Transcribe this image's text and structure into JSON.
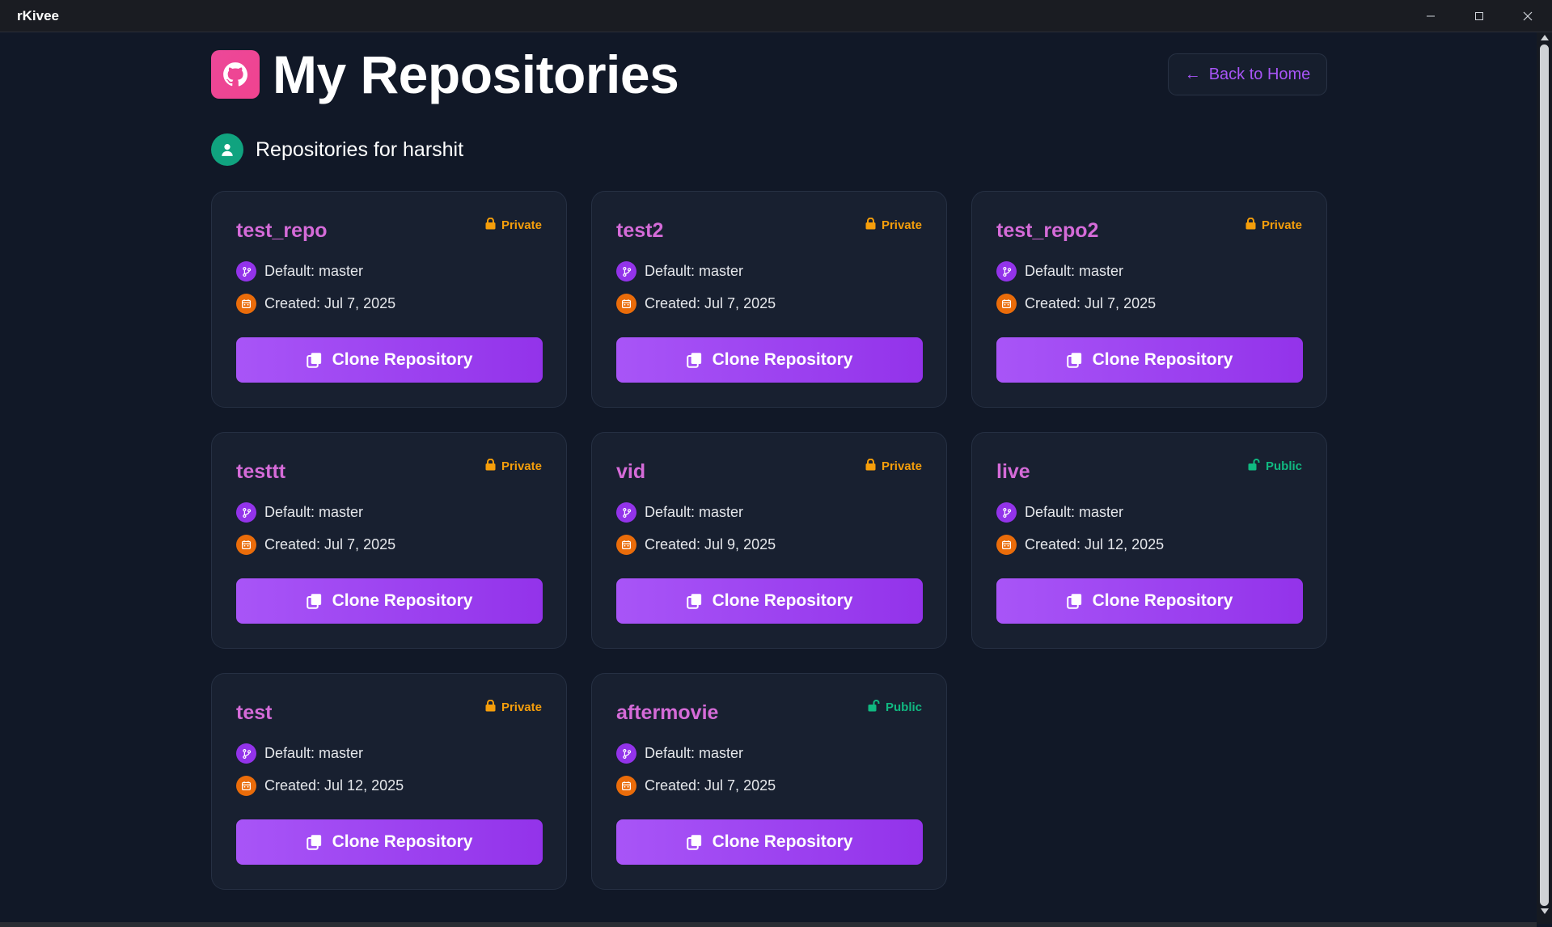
{
  "window": {
    "title": "rKivee"
  },
  "header": {
    "title": "My Repositories",
    "back_label": "Back to Home"
  },
  "subheader": {
    "label": "Repositories for harshit"
  },
  "card_labels": {
    "clone": "Clone Repository",
    "default_prefix": "Default: ",
    "created_prefix": "Created: "
  },
  "repos": [
    {
      "name": "test_repo",
      "visibility": "Private",
      "branch": "master",
      "created": "Jul 7, 2025"
    },
    {
      "name": "test2",
      "visibility": "Private",
      "branch": "master",
      "created": "Jul 7, 2025"
    },
    {
      "name": "test_repo2",
      "visibility": "Private",
      "branch": "master",
      "created": "Jul 7, 2025"
    },
    {
      "name": "testtt",
      "visibility": "Private",
      "branch": "master",
      "created": "Jul 7, 2025"
    },
    {
      "name": "vid",
      "visibility": "Private",
      "branch": "master",
      "created": "Jul 9, 2025"
    },
    {
      "name": "live",
      "visibility": "Public",
      "branch": "master",
      "created": "Jul 12, 2025"
    },
    {
      "name": "test",
      "visibility": "Private",
      "branch": "master",
      "created": "Jul 12, 2025"
    },
    {
      "name": "aftermovie",
      "visibility": "Public",
      "branch": "master",
      "created": "Jul 7, 2025"
    }
  ],
  "colors": {
    "background": "#111827",
    "card": "#182030",
    "accent": "#a855f7",
    "repo_name": "#d56bd8",
    "private": "#f59e0b",
    "public": "#10b981"
  }
}
